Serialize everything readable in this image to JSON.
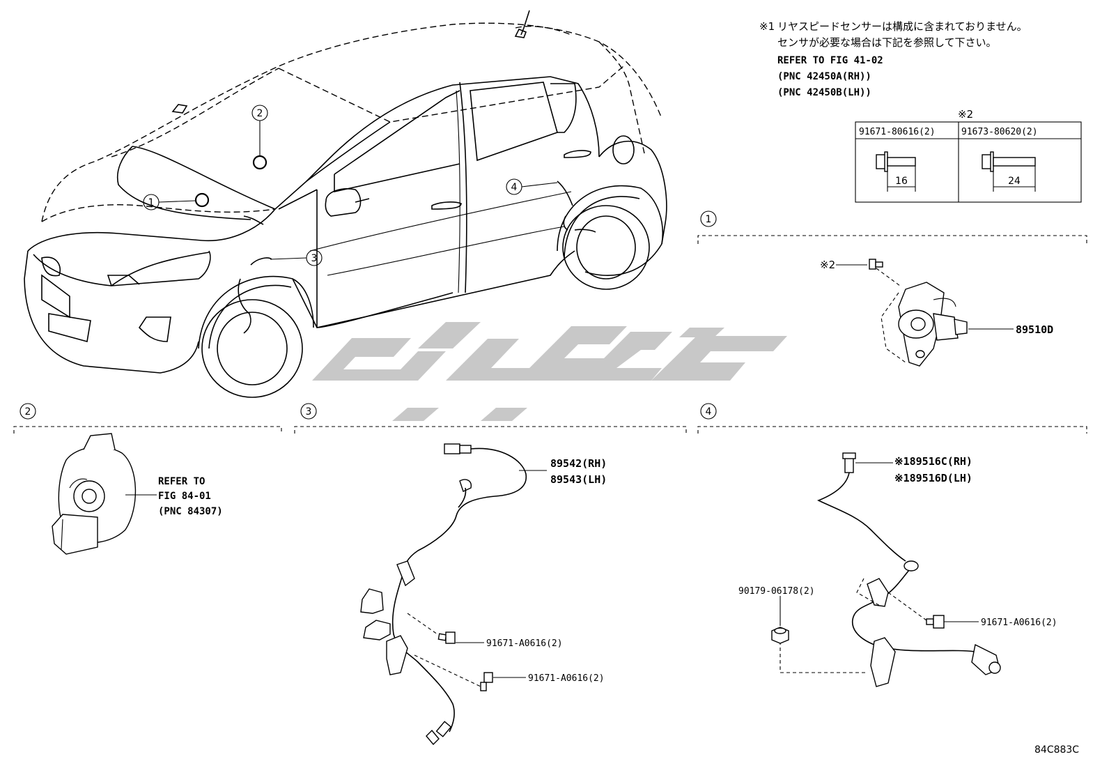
{
  "notes": {
    "note1_mark": "※1",
    "note1_line1": "リヤスピードセンサーは構成に含まれておりません。",
    "note1_line2": "センサが必要な場合は下記を参照して下さい。",
    "refer_line1": "REFER TO FIG 41-02",
    "refer_line2": "(PNC 42450A(RH))",
    "refer_line3": "(PNC 42450B(LH))"
  },
  "bolt_table": {
    "mark": "※2",
    "col1_part": "91671-80616(2)",
    "col2_part": "91673-80620(2)",
    "col1_dim": "16",
    "col2_dim": "24"
  },
  "callouts": {
    "c1": "1",
    "c2": "2",
    "c3": "3",
    "c4": "4"
  },
  "section1": {
    "mark": "※2",
    "part": "89510D"
  },
  "section2": {
    "ref_line1": "REFER TO",
    "ref_line2": "FIG 84-01",
    "ref_line3": "(PNC 84307)"
  },
  "section3": {
    "part_rh": "89542(RH)",
    "part_lh": "89543(LH)",
    "bolt1": "91671-A0616(2)",
    "bolt2": "91671-A0616(2)"
  },
  "section4": {
    "part_rh": "※189516C(RH)",
    "part_lh": "※189516D(LH)",
    "nut": "90179-06178(2)",
    "bolt": "91671-A0616(2)"
  },
  "footer": {
    "code": "84C883C"
  }
}
